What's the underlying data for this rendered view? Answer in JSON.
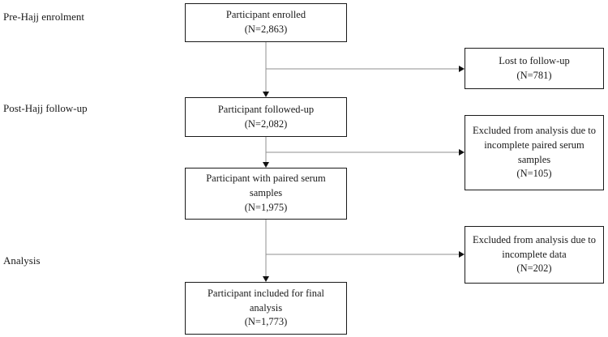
{
  "diagram": {
    "stage_labels": [
      {
        "label": "Pre-Hajj enrolment"
      },
      {
        "label": "Post-Hajj follow-up"
      },
      {
        "label": "Analysis"
      }
    ],
    "main_boxes": [
      {
        "lines": [
          "Participant enrolled",
          "(N=2,863)"
        ]
      },
      {
        "lines": [
          "Participant followed-up",
          "(N=2,082)"
        ]
      },
      {
        "lines": [
          "Participant with paired serum samples",
          "(N=1,975)"
        ]
      },
      {
        "lines": [
          "Participant included for final analysis",
          "(N=1,773)"
        ]
      }
    ],
    "side_boxes": [
      {
        "lines": [
          "Lost to follow-up",
          "(N=781)"
        ]
      },
      {
        "lines": [
          "Excluded from analysis due to",
          "incomplete paired serum samples",
          "(N=105)"
        ]
      },
      {
        "lines": [
          "Excluded from analysis due to",
          "incomplete data",
          "(N=202)"
        ]
      }
    ],
    "colors": {
      "line": "#8f8f8f",
      "arrowhead": "#111111",
      "box_border": "#1a1a1a"
    }
  }
}
